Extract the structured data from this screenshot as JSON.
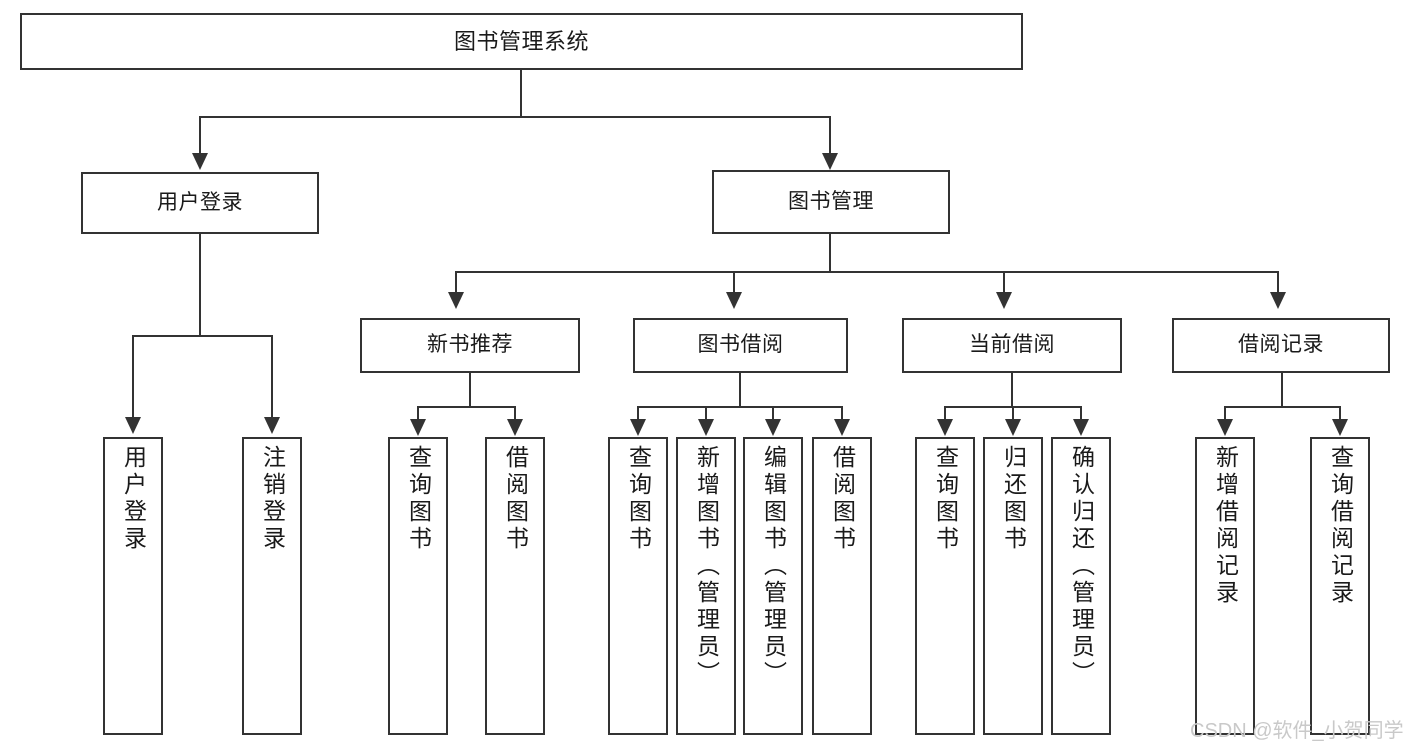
{
  "diagram": {
    "type": "tree-hierarchy",
    "title": "图书管理系统",
    "root": {
      "label": "图书管理系统"
    },
    "level1": [
      {
        "label": "用户登录"
      },
      {
        "label": "图书管理"
      }
    ],
    "level2": [
      {
        "label": "新书推荐"
      },
      {
        "label": "图书借阅"
      },
      {
        "label": "当前借阅"
      },
      {
        "label": "借阅记录"
      }
    ],
    "leaves": {
      "user_login": [
        {
          "label": "用户登录"
        },
        {
          "label": "注销登录"
        }
      ],
      "new_book_recommend": [
        {
          "label": "查询图书"
        },
        {
          "label": "借阅图书"
        }
      ],
      "book_borrow": [
        {
          "label": "查询图书"
        },
        {
          "label": "新增图书（管理员）"
        },
        {
          "label": "编辑图书（管理员）"
        },
        {
          "label": "借阅图书"
        }
      ],
      "current_borrow": [
        {
          "label": "查询图书"
        },
        {
          "label": "归还图书"
        },
        {
          "label": "确认归还（管理员）"
        }
      ],
      "borrow_record": [
        {
          "label": "新增借阅记录"
        },
        {
          "label": "查询借阅记录"
        }
      ]
    }
  },
  "watermark": {
    "text": "CSDN @软件_小贺同学"
  },
  "colors": {
    "border": "#333333",
    "background": "#ffffff",
    "text": "#1a1a1a",
    "watermark": "#c9c9c9"
  }
}
